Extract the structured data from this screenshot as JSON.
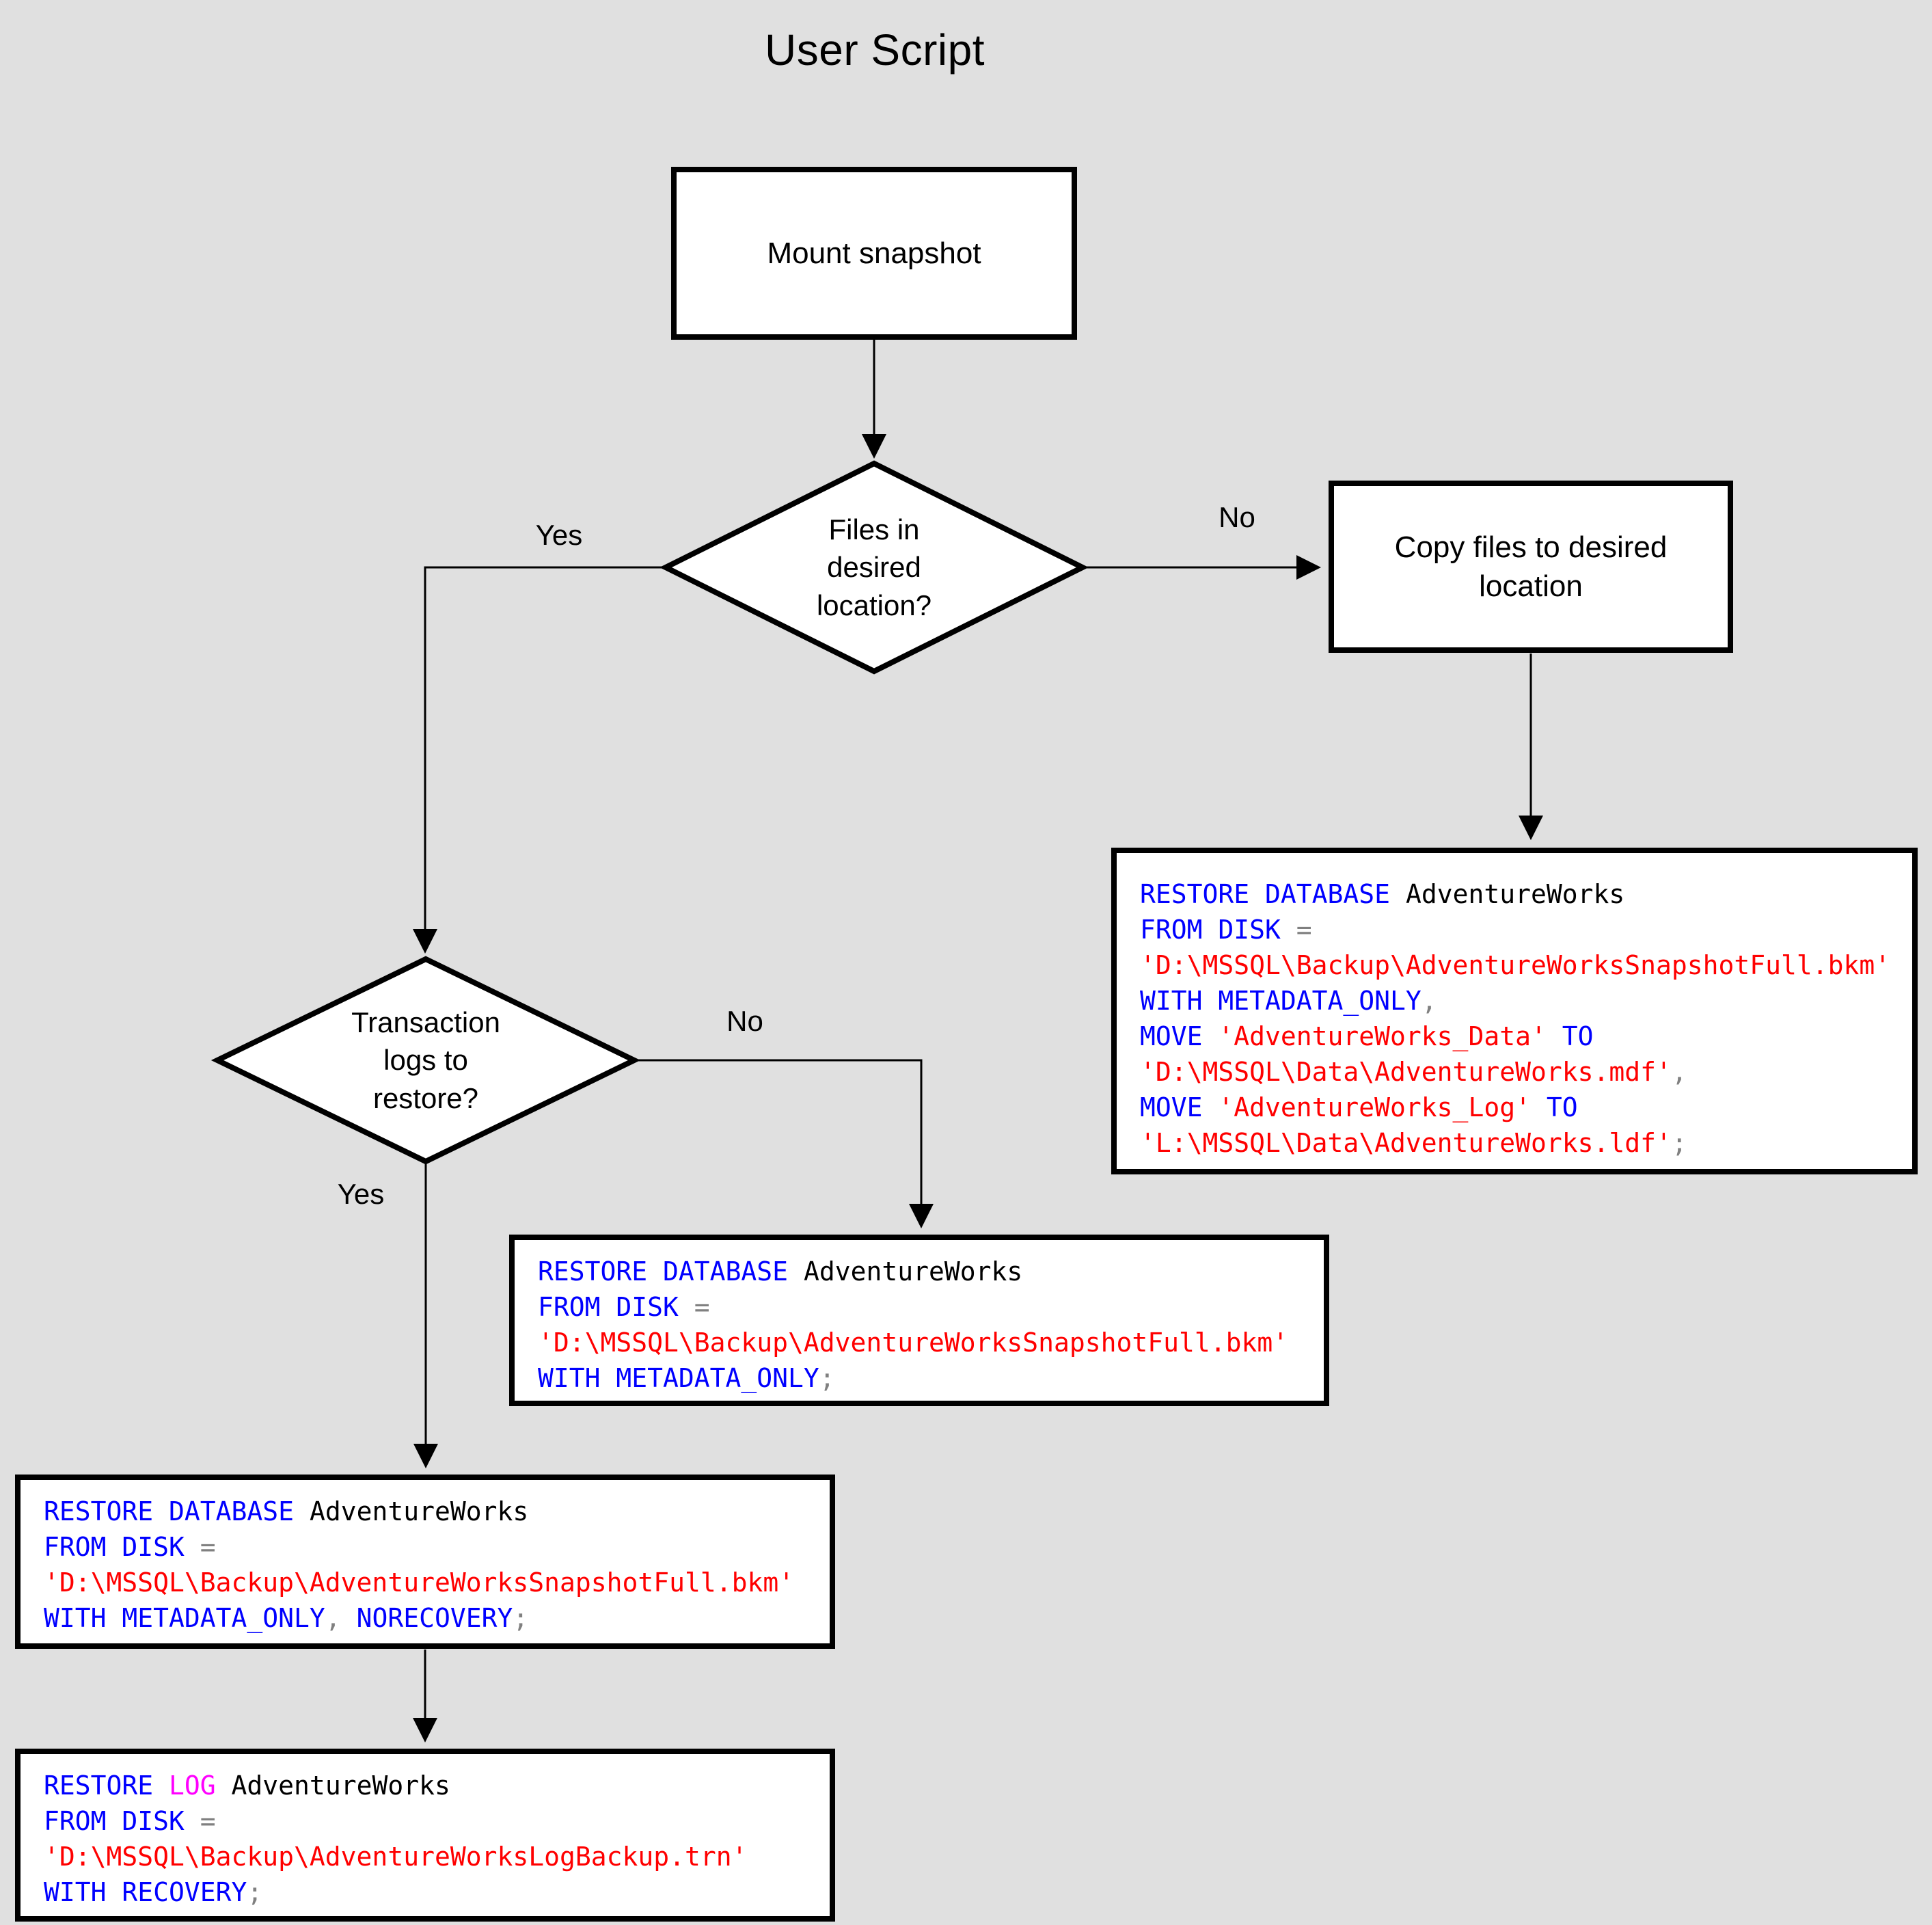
{
  "title": "User Script",
  "colors": {
    "keyword": "#0000ff",
    "string": "#ff0000",
    "operator": "#808080",
    "log_keyword": "#ff00ff",
    "identifier": "#000000",
    "background": "#e0e0e0",
    "node_fill": "#ffffff",
    "node_border": "#000000"
  },
  "nodes": {
    "mount_snapshot": {
      "label": "Mount snapshot"
    },
    "files_decision": {
      "line1": "Files in",
      "line2": "desired",
      "line3": "location?"
    },
    "copy_files": {
      "line1": "Copy files to desired",
      "line2": "location"
    },
    "logs_decision": {
      "line1": "Transaction",
      "line2": "logs to",
      "line3": "restore?"
    }
  },
  "edge_labels": {
    "files_yes": "Yes",
    "files_no": "No",
    "logs_yes": "Yes",
    "logs_no": "No"
  },
  "code_blocks": {
    "restore_move": {
      "lines": [
        [
          {
            "t": "RESTORE DATABASE ",
            "c": "keyword"
          },
          {
            "t": "AdventureWorks",
            "c": "identifier"
          }
        ],
        [
          {
            "t": "FROM DISK ",
            "c": "keyword"
          },
          {
            "t": "=",
            "c": "operator"
          }
        ],
        [
          {
            "t": "'D:\\MSSQL\\Backup\\AdventureWorksSnapshotFull.bkm'",
            "c": "string"
          }
        ],
        [
          {
            "t": "WITH METADATA_ONLY",
            "c": "keyword"
          },
          {
            "t": ",",
            "c": "operator"
          }
        ],
        [
          {
            "t": "MOVE ",
            "c": "keyword"
          },
          {
            "t": "'AdventureWorks_Data'",
            "c": "string"
          },
          {
            "t": " TO",
            "c": "keyword"
          }
        ],
        [
          {
            "t": "'D:\\MSSQL\\Data\\AdventureWorks.mdf'",
            "c": "string"
          },
          {
            "t": ",",
            "c": "operator"
          }
        ],
        [
          {
            "t": "MOVE ",
            "c": "keyword"
          },
          {
            "t": "'AdventureWorks_Log'",
            "c": "string"
          },
          {
            "t": " TO",
            "c": "keyword"
          }
        ],
        [
          {
            "t": "'L:\\MSSQL\\Data\\AdventureWorks.ldf'",
            "c": "string"
          },
          {
            "t": ";",
            "c": "operator"
          }
        ]
      ]
    },
    "restore_metadata": {
      "lines": [
        [
          {
            "t": "RESTORE DATABASE ",
            "c": "keyword"
          },
          {
            "t": "AdventureWorks",
            "c": "identifier"
          }
        ],
        [
          {
            "t": "FROM DISK ",
            "c": "keyword"
          },
          {
            "t": "=",
            "c": "operator"
          }
        ],
        [
          {
            "t": "'D:\\MSSQL\\Backup\\AdventureWorksSnapshotFull.bkm'",
            "c": "string"
          }
        ],
        [
          {
            "t": "WITH METADATA_ONLY",
            "c": "keyword"
          },
          {
            "t": ";",
            "c": "operator"
          }
        ]
      ]
    },
    "restore_norecovery": {
      "lines": [
        [
          {
            "t": "RESTORE DATABASE ",
            "c": "keyword"
          },
          {
            "t": "AdventureWorks",
            "c": "identifier"
          }
        ],
        [
          {
            "t": "FROM DISK ",
            "c": "keyword"
          },
          {
            "t": "=",
            "c": "operator"
          }
        ],
        [
          {
            "t": "'D:\\MSSQL\\Backup\\AdventureWorksSnapshotFull.bkm'",
            "c": "string"
          }
        ],
        [
          {
            "t": "WITH METADATA_ONLY",
            "c": "keyword"
          },
          {
            "t": ", ",
            "c": "operator"
          },
          {
            "t": "NORECOVERY",
            "c": "keyword"
          },
          {
            "t": ";",
            "c": "operator"
          }
        ]
      ]
    },
    "restore_log": {
      "lines": [
        [
          {
            "t": "RESTORE ",
            "c": "keyword"
          },
          {
            "t": "LOG ",
            "c": "log_keyword"
          },
          {
            "t": "AdventureWorks",
            "c": "identifier"
          }
        ],
        [
          {
            "t": "FROM DISK ",
            "c": "keyword"
          },
          {
            "t": "=",
            "c": "operator"
          }
        ],
        [
          {
            "t": "'D:\\MSSQL\\Backup\\AdventureWorksLogBackup.trn'",
            "c": "string"
          }
        ],
        [
          {
            "t": "WITH RECOVERY",
            "c": "keyword"
          },
          {
            "t": ";",
            "c": "operator"
          }
        ]
      ]
    }
  }
}
